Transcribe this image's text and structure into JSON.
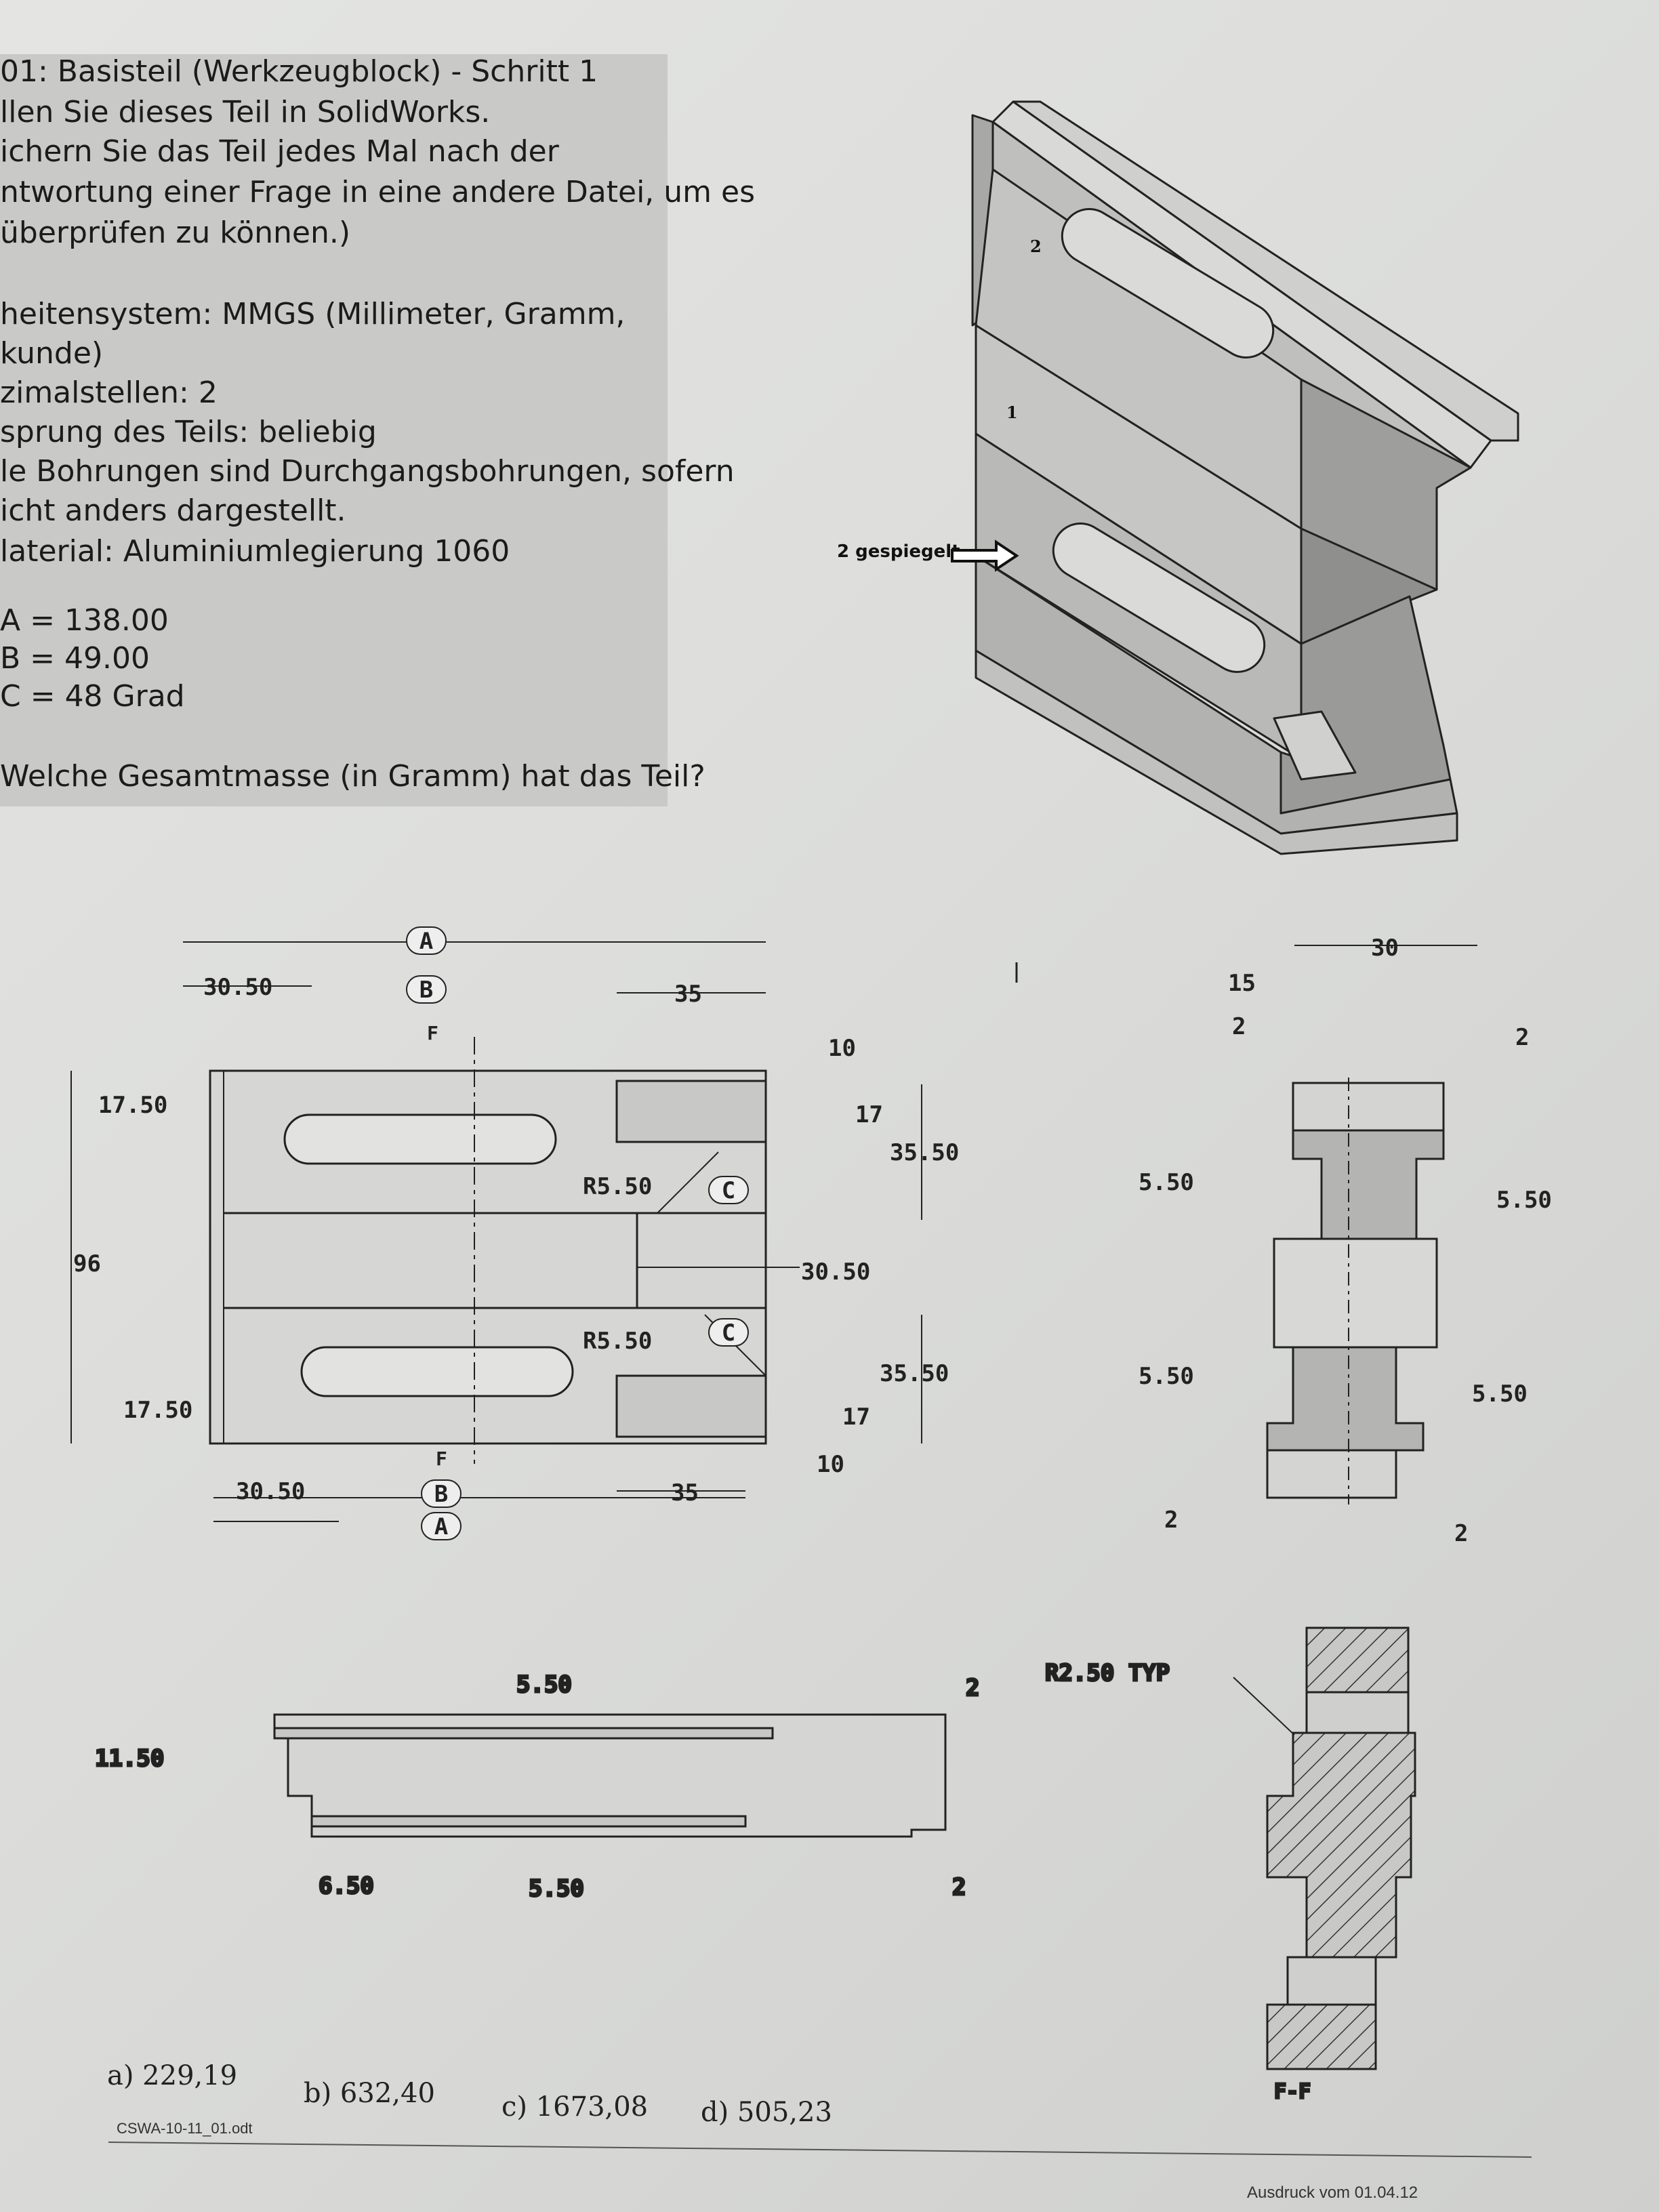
{
  "task": {
    "title": "01:  Basisteil (Werkzeugblock) - Schritt 1",
    "lines": [
      "llen Sie dieses Teil in SolidWorks.",
      "ichern Sie das Teil jedes Mal nach der",
      "ntwortung einer Frage in eine andere Datei, um es",
      " überprüfen zu können.)",
      "",
      "heitensystem: MMGS (Millimeter, Gramm,",
      "kunde)",
      "zimalstellen: 2",
      "sprung des Teils: beliebig",
      "le Bohrungen sind Durchgangsbohrungen, sofern",
      "icht anders dargestellt.",
      "laterial: Aluminiumlegierung 1060",
      "",
      "A = 138.00",
      "B = 49.00",
      "C = 48 Grad",
      "",
      "Welche Gesamtmasse (in Gramm) hat das Teil?"
    ]
  },
  "iso_view": {
    "face_label_1": "1",
    "face_label_2": "2",
    "mirror_note": "2 gespiegelt"
  },
  "front_view": {
    "callout_A": "A",
    "callout_B": "B",
    "callout_C": "C",
    "section_F": "F",
    "d_30_50": "30.50",
    "d_35": "35",
    "d_10": "10",
    "d_17": "17",
    "d_17_50": "17.50",
    "d_35_50": "35.50",
    "d_r5_50": "R5.50",
    "d_96": "96",
    "d_30_50b": "30.50"
  },
  "side_view": {
    "d_30": "30",
    "d_15": "15",
    "d_2": "2",
    "d_5_50": "5.50"
  },
  "bottom_view": {
    "d_5_50": "5.50",
    "d_11_50": "11.50",
    "d_6_50": "6.50",
    "d_2": "2"
  },
  "section_view": {
    "radius_note": "R2.50  TYP",
    "section_label": "F-F"
  },
  "answers": {
    "a": "a) 229,19",
    "b": "b) 632,40",
    "c": "c) 1673,08",
    "d": "d) 505,23"
  },
  "footer": {
    "filename": "CSWA-10-11_01.odt",
    "printed": "Ausdruck vom 01.04.12"
  }
}
